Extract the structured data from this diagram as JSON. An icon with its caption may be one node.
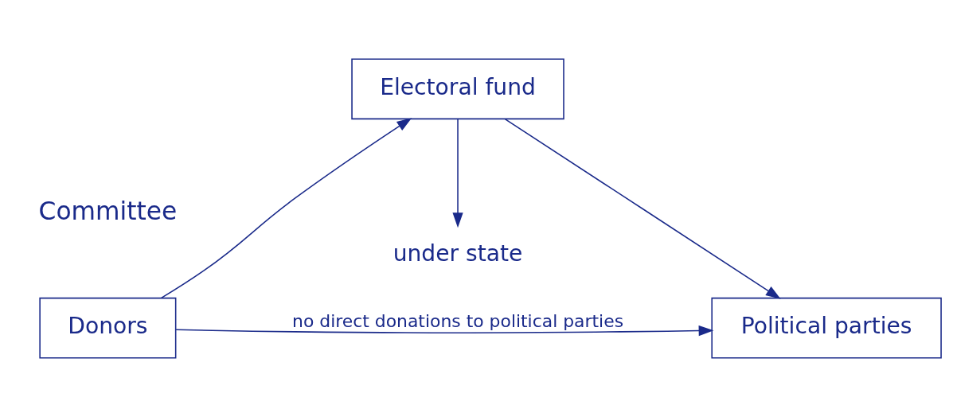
{
  "diagram": {
    "nodes": [
      {
        "text": [
          "Donors"
        ]
      },
      {
        "text": [
          "Electoral fund"
        ]
      },
      {
        "text": [
          "Political parties"
        ]
      },
      {
        "text": [
          "under state"
        ]
      }
    ],
    "edges": [
      {
        "from": 0,
        "to": 1,
        "arrow": "to"
      },
      {
        "from": 1,
        "to": 2,
        "arrow": "to"
      },
      {
        "from": 0,
        "to": 2,
        "arrow": "to",
        "label": "no direct donations to political parties"
      },
      {
        "from": 1,
        "to": 3,
        "arrow": "to"
      }
    ],
    "labels": [
      "Committee"
    ]
  }
}
